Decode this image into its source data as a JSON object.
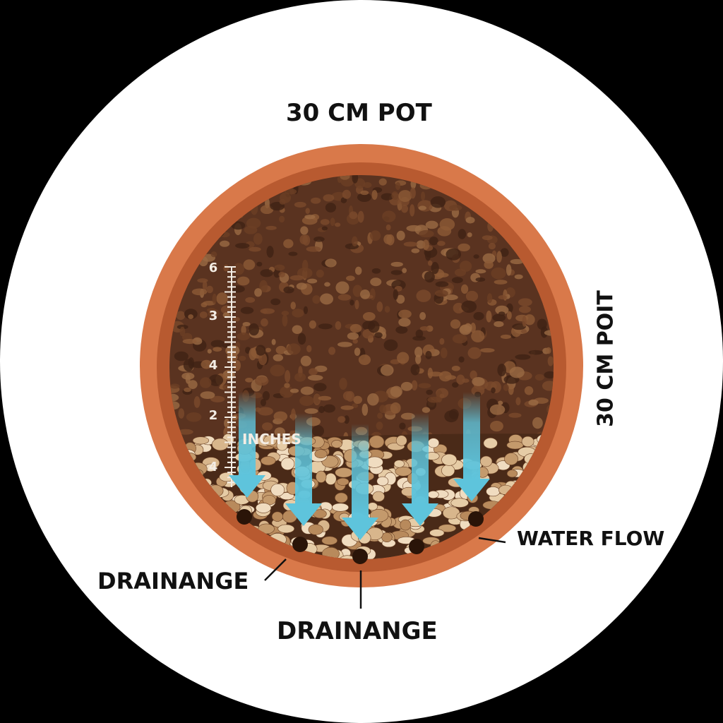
{
  "title": "30 CM POT",
  "side_label": "30 CM POIT",
  "ruler": {
    "unit_label": "INCHES",
    "ticks": [
      "6",
      "3",
      "4",
      "2",
      "4"
    ]
  },
  "labels": {
    "water_flow": "WATER FLOW",
    "drainage_left": "DRAINANGE",
    "drainage_bottom": "DRAINANGE"
  },
  "colors": {
    "pot": "#d9794a",
    "rim": "#b85a30",
    "soil": "#5a3320",
    "gravel": "#d8b68c",
    "water": "#5ec4dc"
  }
}
